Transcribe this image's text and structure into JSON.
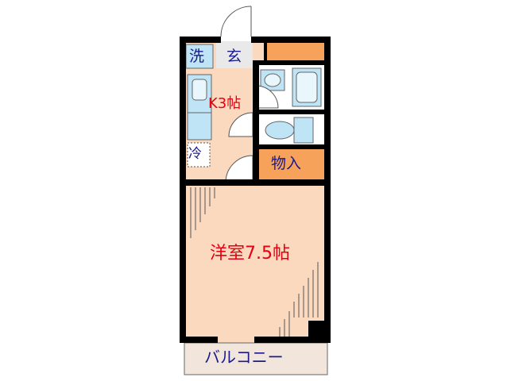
{
  "rooms": {
    "washer": {
      "label": "洗"
    },
    "entrance": {
      "label": "玄"
    },
    "kitchen": {
      "label": "K3帖"
    },
    "fridge": {
      "label": "冷"
    },
    "storage": {
      "label": "物入"
    },
    "western_room": {
      "label": "洋室7.5帖"
    },
    "balcony": {
      "label": "バルコニー"
    }
  },
  "colors": {
    "floor_room": "#fbd9bf",
    "closet": "#f7a25a",
    "fixture": "#bfe4f5",
    "balcony": "#f2e6dc",
    "walls": "#000000",
    "text_red": "#e60012",
    "text_navy": "#1a1a8c"
  }
}
